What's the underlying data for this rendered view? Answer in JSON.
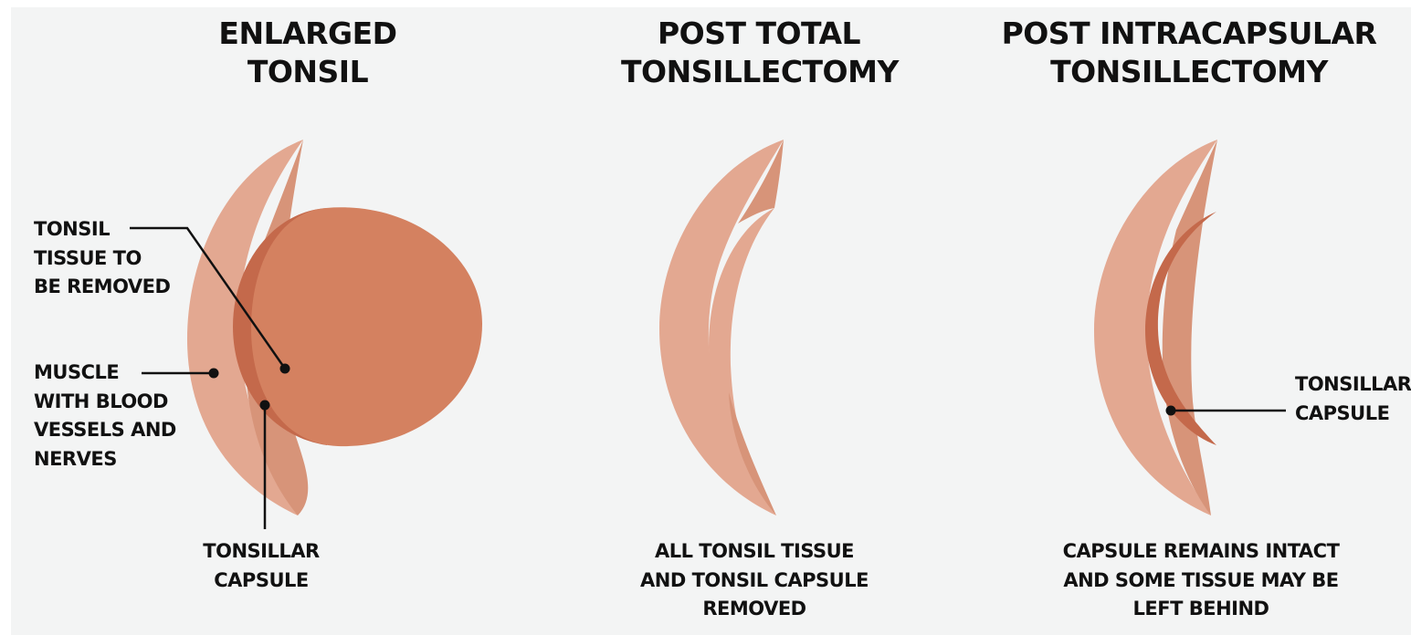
{
  "colors": {
    "background": "#f3f4f4",
    "muscle_light": "#e3a891",
    "muscle_dark": "#d79479",
    "capsule": "#c4694b",
    "tonsil": "#d48160",
    "line": "#111111"
  },
  "panels": [
    {
      "title": [
        "ENLARGED",
        "TONSIL"
      ],
      "labels": {
        "tissue_to_remove": [
          "TONSIL",
          "TISSUE TO",
          "BE REMOVED"
        ],
        "muscle": [
          "MUSCLE",
          "WITH BLOOD",
          "VESSELS AND",
          "NERVES"
        ],
        "capsule": [
          "TONSILLAR",
          "CAPSULE"
        ]
      }
    },
    {
      "title": [
        "POST TOTAL",
        "TONSILLECTOMY"
      ],
      "caption": [
        "ALL TONSIL TISSUE",
        "AND TONSIL CAPSULE",
        "REMOVED"
      ]
    },
    {
      "title": [
        "POST INTRACAPSULAR",
        "TONSILLECTOMY"
      ],
      "labels": {
        "capsule": [
          "TONSILLAR",
          "CAPSULE"
        ]
      },
      "caption": [
        "CAPSULE REMAINS INTACT",
        "AND SOME TISSUE MAY BE",
        "LEFT BEHIND"
      ]
    }
  ]
}
